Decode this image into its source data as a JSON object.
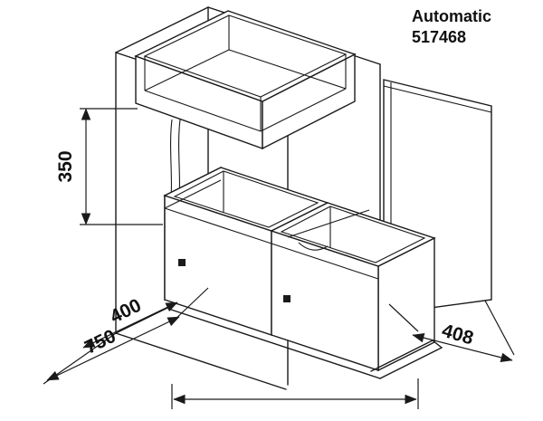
{
  "title": {
    "line1": "Automatic",
    "line2": "517468"
  },
  "dims": {
    "height": "350",
    "depth_closed": "400",
    "depth_extended": "750",
    "width": "408"
  },
  "colors": {
    "line": "#1a1a1a",
    "background": "#ffffff"
  }
}
